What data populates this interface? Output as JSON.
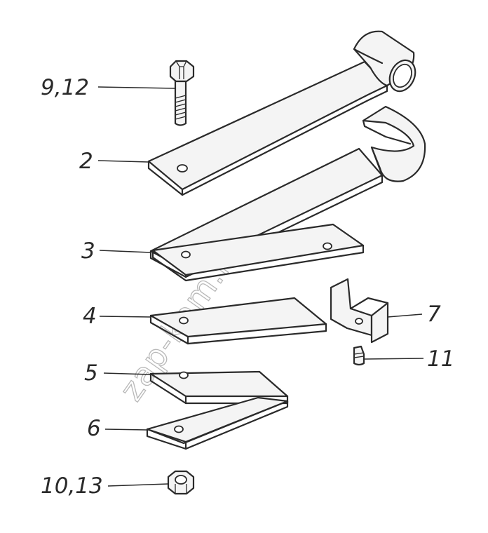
{
  "callouts": {
    "bolt": "9,12",
    "leaf_2": "2",
    "leaf_3": "3",
    "leaf_4": "4",
    "leaf_5": "5",
    "leaf_6": "6",
    "bracket": "7",
    "screw": "11",
    "nut": "10,13"
  },
  "watermark": "zap-kam.ru"
}
